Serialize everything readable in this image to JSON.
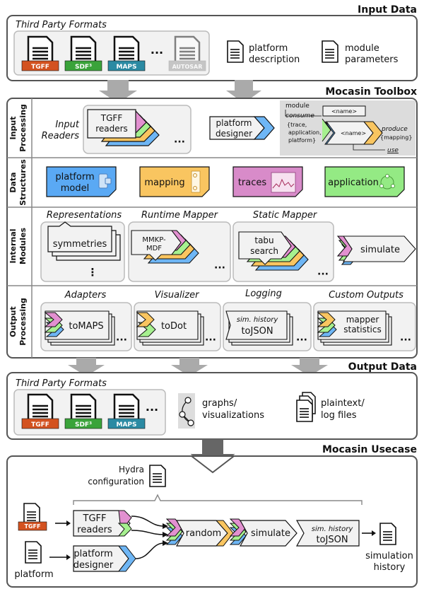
{
  "input_data": {
    "title": "Input Data",
    "third_party": "Third Party Formats",
    "formats": [
      "TGFF",
      "SDF³",
      "MAPS",
      "AUTOSAR"
    ],
    "ellipsis": "···",
    "platform_description": [
      "platform",
      "description"
    ],
    "module_parameters": [
      "module",
      "parameters"
    ]
  },
  "toolbox": {
    "title": "Mocasin Toolbox",
    "input_processing": {
      "label": [
        "Input",
        "Processing"
      ],
      "readers_label": [
        "Input",
        "Readers"
      ],
      "tgff_readers": [
        "TGFF",
        "readers"
      ],
      "ellipsis": "···",
      "platform_designer": [
        "platform",
        "designer"
      ],
      "legend": {
        "module": "module",
        "name": "<name>",
        "consume": "consume",
        "consume_items": [
          "{trace,",
          "application,",
          "platform}"
        ],
        "produce": "produce",
        "produce_items": "{mapping}",
        "use": "use"
      }
    },
    "data_structures": {
      "label": [
        "Data",
        "Structures"
      ],
      "items": [
        {
          "text": [
            "platform",
            "model"
          ],
          "color": "#5aa9f4"
        },
        {
          "text": [
            "mapping"
          ],
          "color": "#f9c560"
        },
        {
          "text": [
            "traces"
          ],
          "color": "#d88bc9"
        },
        {
          "text": [
            "application"
          ],
          "color": "#94ea84"
        }
      ]
    },
    "internal_modules": {
      "label": [
        "Internal",
        "Modules"
      ],
      "representations": "Representations",
      "symmetries": "symmetries",
      "runtime_mapper": "Runtime Mapper",
      "mmkp": [
        "MMKP-",
        "MDF"
      ],
      "static_mapper": "Static Mapper",
      "tabu": [
        "tabu",
        "search"
      ],
      "simulate": "simulate",
      "ellipsis": "···",
      "vellipsis": "⋮"
    },
    "output_processing": {
      "label": [
        "Output",
        "Processing"
      ],
      "adapters": "Adapters",
      "tomaps": "toMAPS",
      "visualizer": "Visualizer",
      "todot": "toDot",
      "logging": "Logging",
      "sim_history": "sim. history",
      "tojson": "toJSON",
      "custom_outputs": "Custom Outputs",
      "mapper_statistics": [
        "mapper",
        "statistics"
      ],
      "ellipsis": "···"
    }
  },
  "output_data": {
    "title": "Output Data",
    "third_party": "Third Party Formats",
    "formats": [
      "TGFF",
      "SDF³",
      "MAPS"
    ],
    "ellipsis": "···",
    "graphs": [
      "graphs/",
      "visualizations"
    ],
    "plaintext": [
      "plaintext/",
      "log files"
    ]
  },
  "usecase": {
    "title": "Mocasin Usecase",
    "hydra": [
      "Hydra",
      "configuration"
    ],
    "tgff": "TGFF",
    "tgff_readers": [
      "TGFF",
      "readers"
    ],
    "platform_designer": [
      "platform",
      "designer"
    ],
    "platform": "platform",
    "random": "random",
    "simulate": "simulate",
    "sim_history": "sim. history",
    "tojson": "toJSON",
    "simulation_history": [
      "simulation",
      "history"
    ]
  },
  "colors": {
    "tgff": "#d35220",
    "sdf": "#3aa33a",
    "maps": "#2b8aa3",
    "autosar": "#9a9a9a",
    "green": "#a6f08f",
    "yellow": "#f9c560",
    "blue": "#6eb6f5",
    "pink": "#e290d0"
  }
}
